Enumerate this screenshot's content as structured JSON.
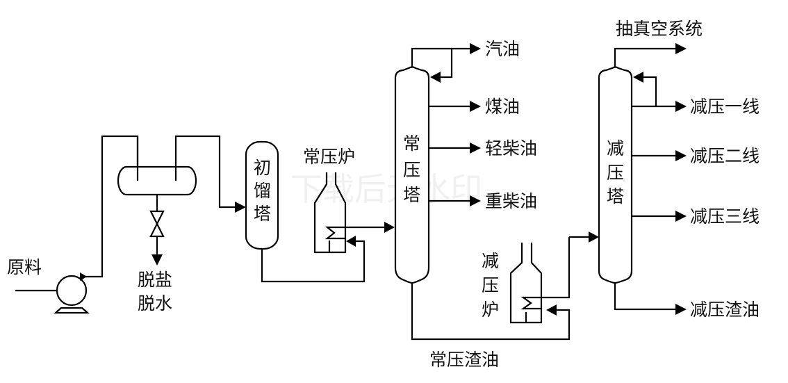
{
  "diagram": {
    "title": "常减压蒸馏工艺流程图",
    "watermark": "下载后无水印",
    "equipment": {
      "feed_pump": {
        "label": ""
      },
      "desalter": {
        "label": ""
      },
      "desalter_valve": {
        "label": ""
      },
      "pre_flash_tower": {
        "label_chars": [
          "初",
          "馏",
          "塔"
        ]
      },
      "atmospheric_furnace": {
        "label": "常压炉"
      },
      "atmospheric_tower": {
        "label_chars": [
          "常",
          "压",
          "塔"
        ]
      },
      "vacuum_furnace": {
        "label_chars": [
          "减",
          "压",
          "炉"
        ]
      },
      "vacuum_tower": {
        "label_chars": [
          "减",
          "压",
          "塔"
        ]
      }
    },
    "streams": {
      "feed": "原料",
      "desalt_out_line1": "脱盐",
      "desalt_out_line2": "脱水",
      "gasoline": "汽油",
      "kerosene": "煤油",
      "light_diesel": "轻柴油",
      "heavy_diesel": "重柴油",
      "atm_residue": "常压渣油",
      "vacuum_system": "抽真空系统",
      "vac_line1": "减压一线",
      "vac_line2": "减压二线",
      "vac_line3": "减压三线",
      "vac_residue": "减压渣油"
    }
  }
}
